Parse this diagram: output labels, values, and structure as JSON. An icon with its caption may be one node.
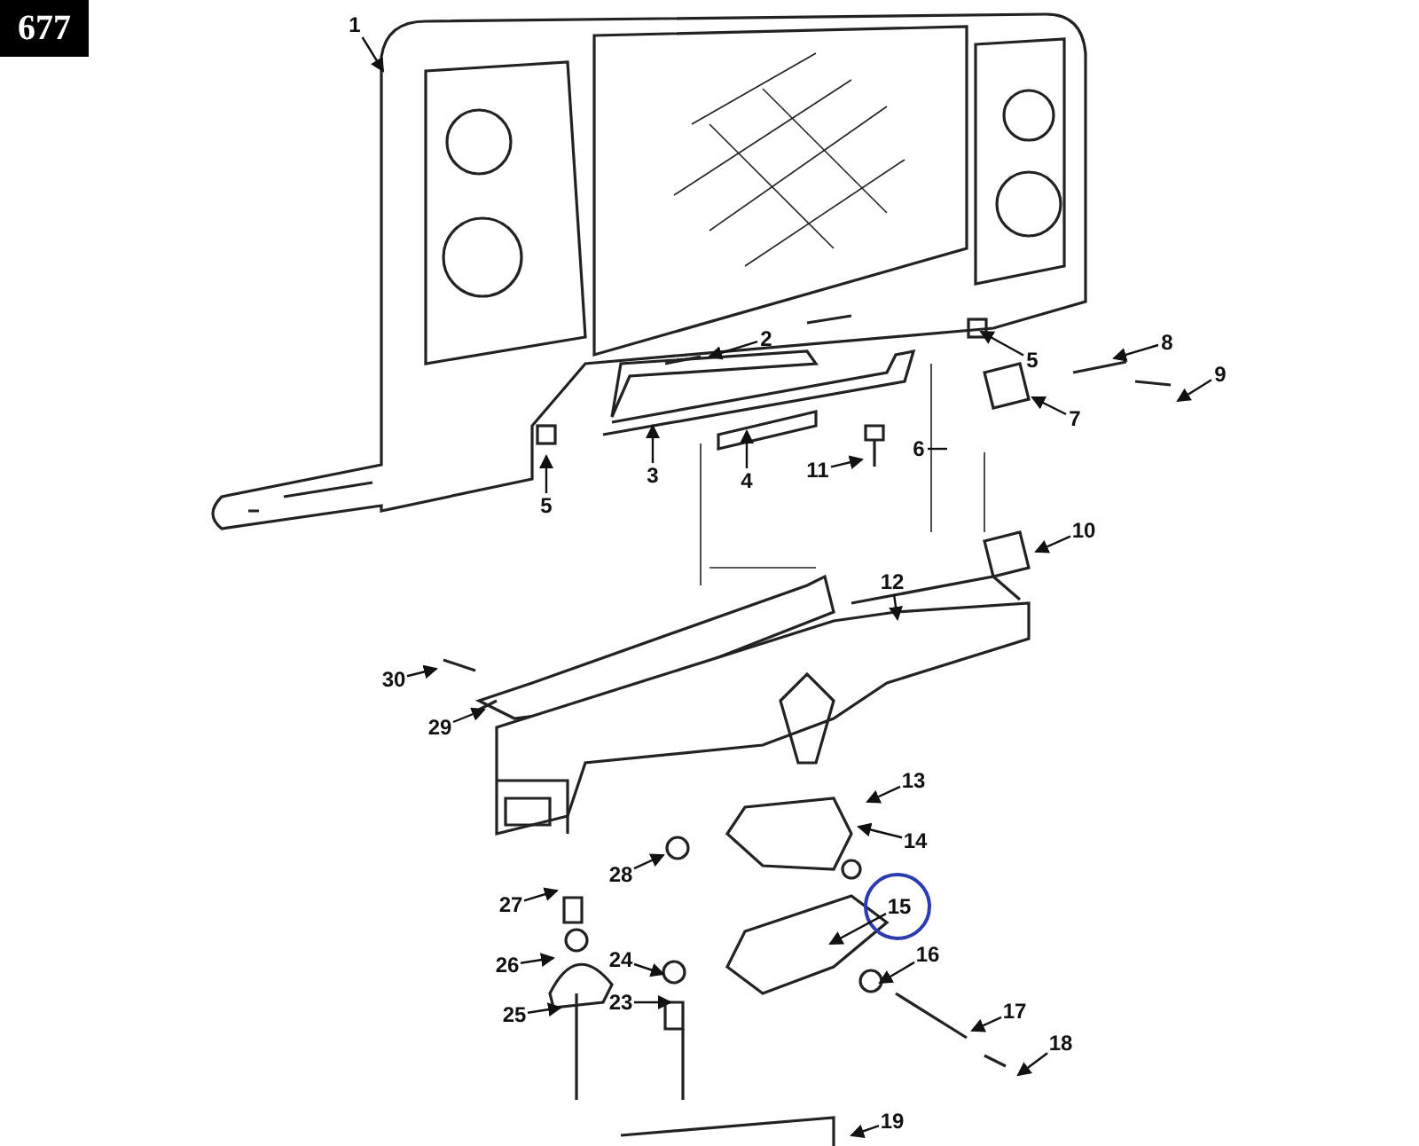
{
  "diagram": {
    "nodes": [
      {
        "text": [
          "1"
        ]
      },
      {
        "text": [
          "2"
        ]
      },
      {
        "text": [
          "5"
        ]
      },
      {
        "text": [
          "8"
        ]
      },
      {
        "text": [
          "9"
        ]
      },
      {
        "text": [
          "7"
        ]
      },
      {
        "text": [
          "6"
        ]
      },
      {
        "text": [
          "3"
        ]
      },
      {
        "text": [
          "4"
        ]
      },
      {
        "text": [
          "11"
        ]
      },
      {
        "text": [
          "5"
        ]
      },
      {
        "text": [
          "10"
        ]
      },
      {
        "text": [
          "12"
        ]
      },
      {
        "text": [
          "30"
        ]
      },
      {
        "text": [
          "29"
        ]
      },
      {
        "text": [
          "13"
        ]
      },
      {
        "text": [
          "14"
        ]
      },
      {
        "text": [
          "28"
        ]
      },
      {
        "text": [
          "15"
        ]
      },
      {
        "text": [
          "27"
        ]
      },
      {
        "text": [
          "16"
        ]
      },
      {
        "text": [
          "26"
        ]
      },
      {
        "text": [
          "24"
        ]
      },
      {
        "text": [
          "17"
        ]
      },
      {
        "text": [
          "25"
        ]
      },
      {
        "text": [
          "23"
        ]
      },
      {
        "text": [
          "18"
        ]
      },
      {
        "text": [
          "19"
        ]
      }
    ],
    "edges": [
      {
        "from": 0,
        "to": null,
        "arrow": "to"
      },
      {
        "from": 1,
        "to": null,
        "arrow": "to"
      },
      {
        "from": 2,
        "to": null,
        "arrow": "to"
      },
      {
        "from": 3,
        "to": null,
        "arrow": "to"
      },
      {
        "from": 4,
        "to": null,
        "arrow": "to"
      },
      {
        "from": 5,
        "to": null,
        "arrow": "to"
      },
      {
        "from": 6,
        "to": null,
        "arrow": "none"
      },
      {
        "from": 7,
        "to": null,
        "arrow": "to"
      },
      {
        "from": 8,
        "to": null,
        "arrow": "to"
      },
      {
        "from": 9,
        "to": null,
        "arrow": "to"
      },
      {
        "from": 10,
        "to": null,
        "arrow": "to"
      },
      {
        "from": 11,
        "to": null,
        "arrow": "to"
      },
      {
        "from": 12,
        "to": null,
        "arrow": "to"
      },
      {
        "from": 13,
        "to": null,
        "arrow": "to"
      },
      {
        "from": 14,
        "to": null,
        "arrow": "to"
      },
      {
        "from": 15,
        "to": null,
        "arrow": "to"
      },
      {
        "from": 16,
        "to": null,
        "arrow": "to"
      },
      {
        "from": 17,
        "to": null,
        "arrow": "to"
      },
      {
        "from": 18,
        "to": null,
        "arrow": "to"
      },
      {
        "from": 19,
        "to": null,
        "arrow": "to"
      },
      {
        "from": 20,
        "to": null,
        "arrow": "to"
      },
      {
        "from": 21,
        "to": null,
        "arrow": "to"
      },
      {
        "from": 22,
        "to": null,
        "arrow": "to"
      },
      {
        "from": 23,
        "to": null,
        "arrow": "to"
      },
      {
        "from": 24,
        "to": null,
        "arrow": "to"
      },
      {
        "from": 25,
        "to": null,
        "arrow": "to"
      },
      {
        "from": 26,
        "to": null,
        "arrow": "to"
      },
      {
        "from": 27,
        "to": null,
        "arrow": "to"
      }
    ],
    "labels": [
      "677"
    ]
  }
}
